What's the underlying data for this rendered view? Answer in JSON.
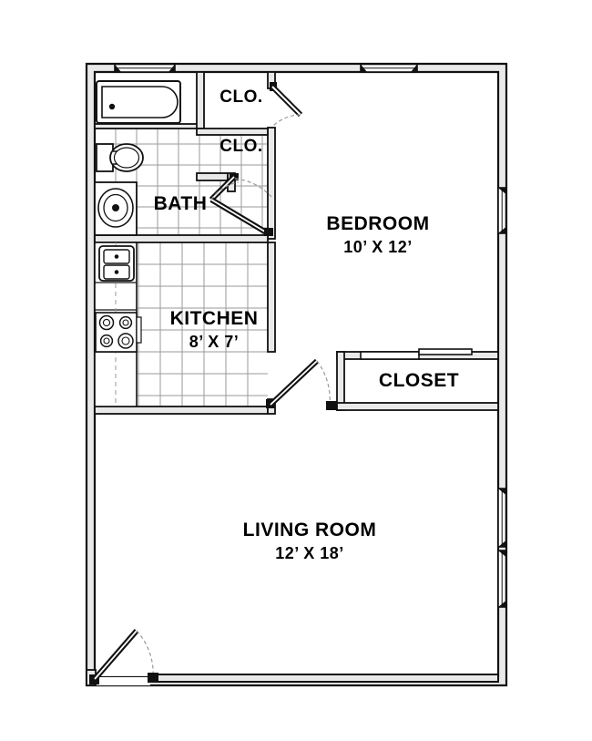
{
  "plan": {
    "title": "Apartment floor plan",
    "colors": {
      "wall": "#1a1a1a",
      "wall_fill": "#e8e8e8",
      "fixture": "#2b2b2b",
      "tile_grid": "#9a9a9a",
      "background": "#ffffff",
      "swing_arc": "#9a9a9a"
    },
    "rooms": [
      {
        "key": "bath",
        "name": "BATH",
        "dimensions": "",
        "fixtures": [
          "bathtub",
          "toilet",
          "sink-vanity"
        ],
        "flooring": "tile"
      },
      {
        "key": "closet_upper",
        "name": "CLO.",
        "dimensions": "",
        "fixtures": [],
        "flooring": ""
      },
      {
        "key": "closet_lower",
        "name": "CLO.",
        "dimensions": "",
        "fixtures": [],
        "flooring": ""
      },
      {
        "key": "kitchen",
        "name": "KITCHEN",
        "dimensions": "8’ X  7’",
        "fixtures": [
          "double-sink",
          "range-stove",
          "counter"
        ],
        "flooring": "tile"
      },
      {
        "key": "bedroom",
        "name": "BEDROOM",
        "dimensions": "10’ X  12’",
        "fixtures": [],
        "flooring": ""
      },
      {
        "key": "closet_bedroom",
        "name": "CLOSET",
        "dimensions": "",
        "fixtures": [],
        "flooring": ""
      },
      {
        "key": "living",
        "name": "LIVING ROOM",
        "dimensions": "12’ X  18’",
        "fixtures": [],
        "flooring": ""
      }
    ],
    "openings": [
      {
        "key": "window-bath-north",
        "type": "window",
        "wall": "north"
      },
      {
        "key": "window-bedroom-north",
        "type": "window",
        "wall": "north"
      },
      {
        "key": "window-bedroom-east",
        "type": "window",
        "wall": "east"
      },
      {
        "key": "window-living-east-1",
        "type": "window",
        "wall": "east"
      },
      {
        "key": "window-living-east-2",
        "type": "window",
        "wall": "east"
      },
      {
        "key": "door-entry",
        "type": "hinged-door",
        "wall": "south"
      },
      {
        "key": "door-kitchen",
        "type": "hinged-door",
        "wall": "interior"
      },
      {
        "key": "door-bath",
        "type": "hinged-door",
        "wall": "interior"
      },
      {
        "key": "door-closet-upper",
        "type": "hinged-door",
        "wall": "interior"
      },
      {
        "key": "door-closet-lower",
        "type": "bifold-door",
        "wall": "interior"
      },
      {
        "key": "door-closet-bedroom",
        "type": "bypass-door",
        "wall": "interior"
      }
    ]
  }
}
